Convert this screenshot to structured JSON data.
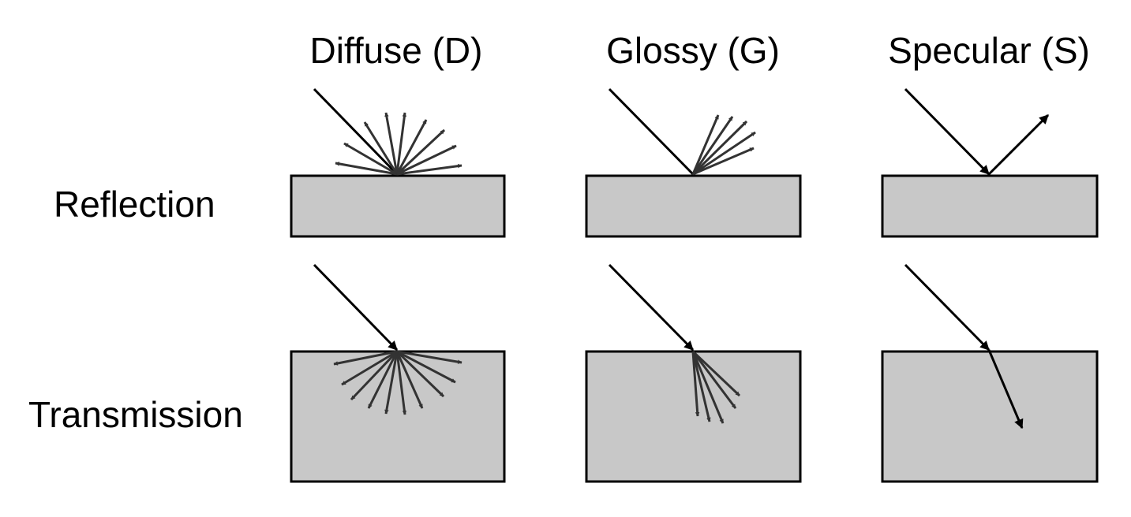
{
  "columns": [
    {
      "key": "diffuse",
      "label": "Diffuse (D)"
    },
    {
      "key": "glossy",
      "label": "Glossy (G)"
    },
    {
      "key": "specular",
      "label": "Specular (S)"
    }
  ],
  "rows": [
    {
      "key": "reflection",
      "label": "Reflection"
    },
    {
      "key": "transmission",
      "label": "Transmission"
    }
  ],
  "colors": {
    "surface_fill": "#c8c8c8",
    "surface_stroke": "#000000",
    "ray": "#000000",
    "scatter_ray": "#333333"
  }
}
